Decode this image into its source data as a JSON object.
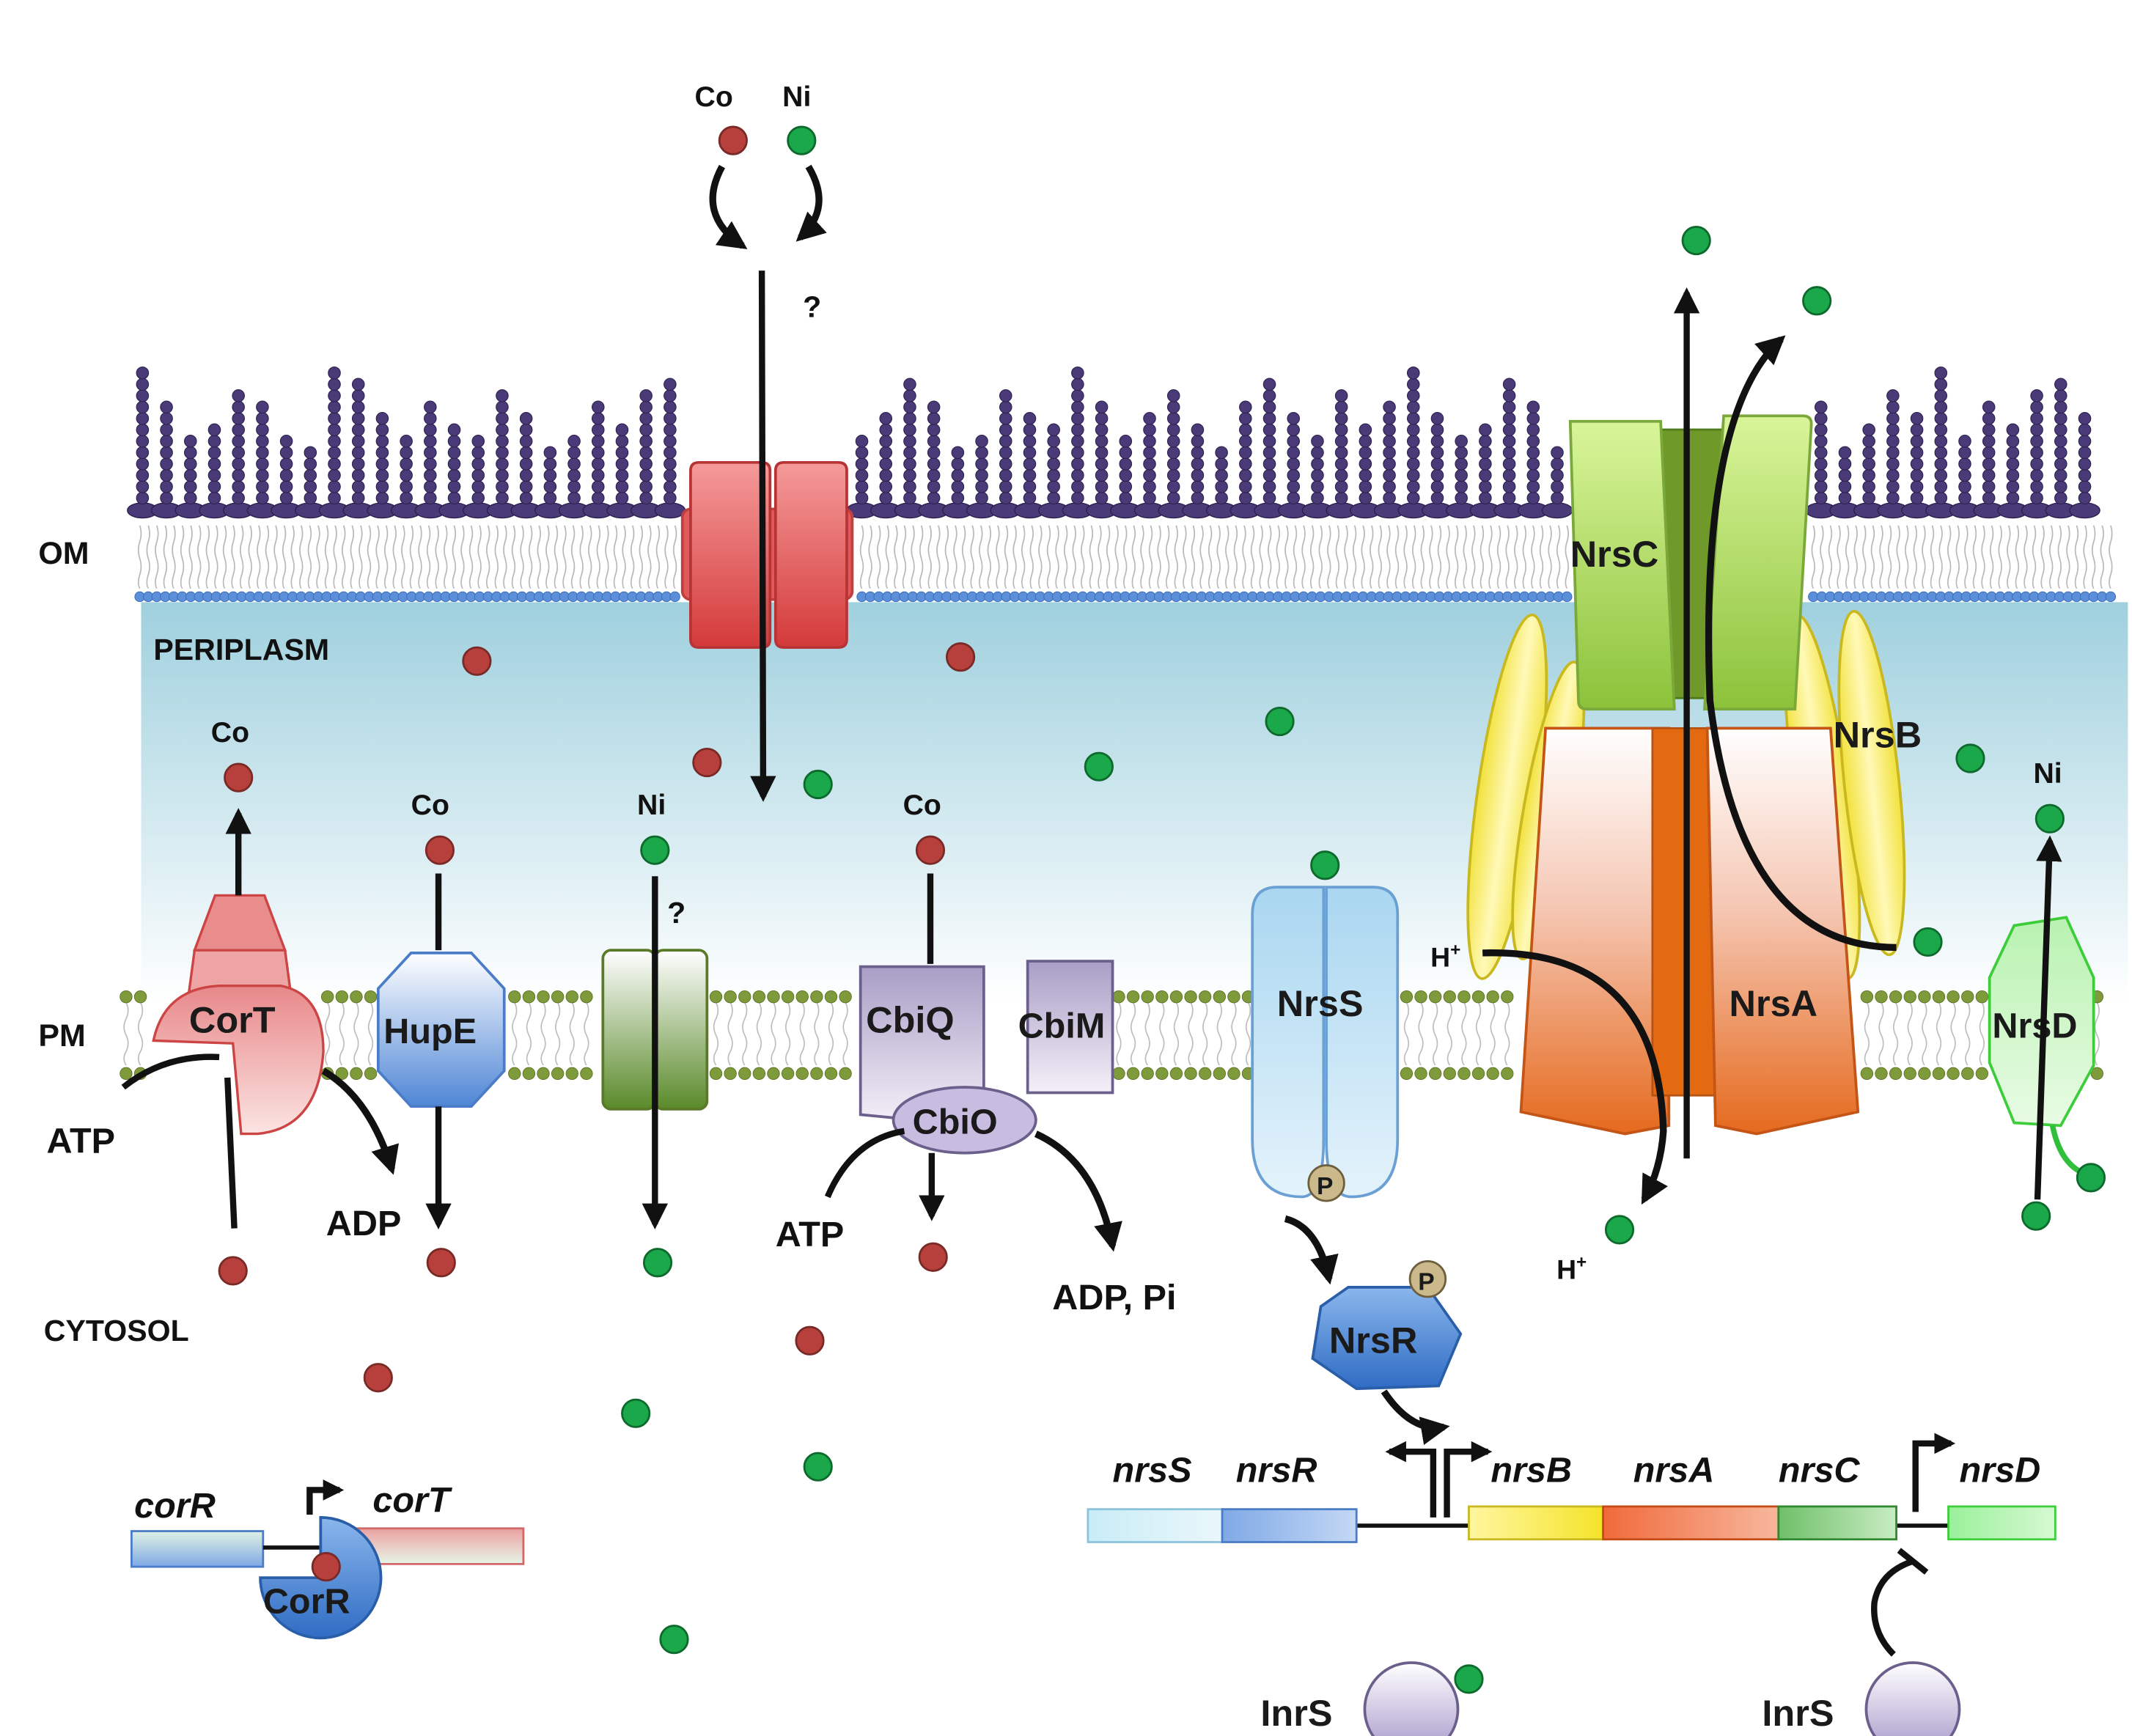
{
  "compartments": {
    "om": "OM",
    "periplasm": "PERIPLASM",
    "pm": "PM",
    "cytosol": "CYTOSOL"
  },
  "ions": {
    "co": "Co",
    "ni": "Ni",
    "question": "?",
    "h_plus": "H⁺"
  },
  "energy": {
    "atp": "ATP",
    "adp": "ADP",
    "adp_pi": "ADP, Pi",
    "phosphate": "P"
  },
  "proteins": {
    "cort": "CorT",
    "hupe": "HupE",
    "cbiq": "CbiQ",
    "cbim": "CbiM",
    "cbio": "CbiO",
    "nrss": "NrsS",
    "nrsr": "NrsR",
    "nrsa": "NrsA",
    "nrsb": "NrsB",
    "nrsc": "NrsC",
    "nrsd": "NrsD",
    "corr": "CorR",
    "inrs": "InrS"
  },
  "genes": {
    "corR": "corR",
    "corT": "corT",
    "nrsS": "nrsS",
    "nrsR": "nrsR",
    "nrsB": "nrsB",
    "nrsA": "nrsA",
    "nrsC": "nrsC",
    "nrsD": "nrsD"
  },
  "colors": {
    "cobalt": "#b8403c",
    "nickel": "#1aa84a",
    "lps": "#4b3a78",
    "om_bead": "#5b8fd9",
    "pm_bead": "#7f9a3a",
    "cort": "#e07c7c",
    "hupe": "#5a8fd8",
    "ni_channel": "#5f8a2e",
    "cbi": "#b9aed1",
    "nrss": "#a9d4ee",
    "nrsr": "#3f7fd0",
    "nrsa": "#e36a1c",
    "nrsb": "#f3e53a",
    "nrsc": "#9acd3a",
    "nrsd": "#36c93a",
    "inrs": "#b0a3cf",
    "om_porin": "#e05555"
  }
}
